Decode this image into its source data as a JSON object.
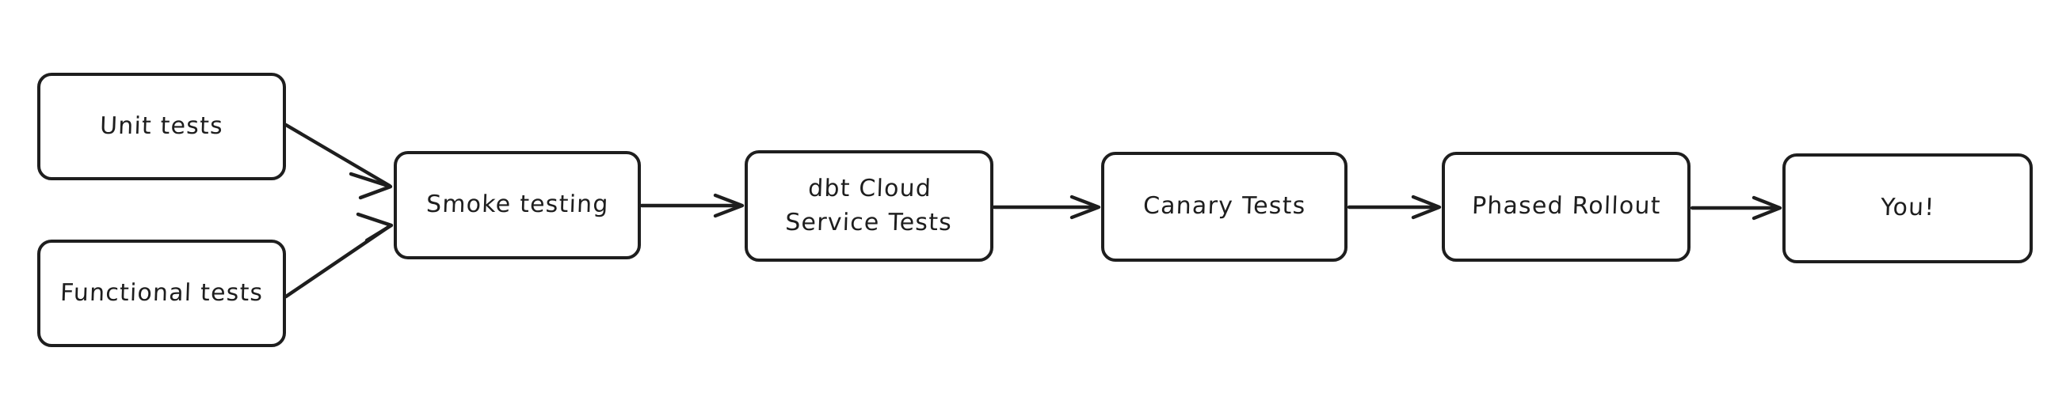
{
  "diagram": {
    "title": "Testing and release pipeline flowchart",
    "style": "hand-drawn whiteboard",
    "background_color": "#ffffff",
    "stroke_color": "#1e1e1e",
    "text_color": "#1e1e1e",
    "nodes": [
      {
        "id": "unit-tests",
        "label": "Unit tests"
      },
      {
        "id": "functional-tests",
        "label": "Functional tests"
      },
      {
        "id": "smoke-testing",
        "label": "Smoke testing"
      },
      {
        "id": "dbt-cloud",
        "label": "dbt Cloud\nService Tests"
      },
      {
        "id": "canary-tests",
        "label": "Canary Tests"
      },
      {
        "id": "phased-rollout",
        "label": "Phased Rollout"
      },
      {
        "id": "you",
        "label": "You!"
      }
    ],
    "edges": [
      {
        "from": "unit-tests",
        "to": "smoke-testing",
        "label": "",
        "arrow": "single"
      },
      {
        "from": "functional-tests",
        "to": "smoke-testing",
        "label": "",
        "arrow": "single"
      },
      {
        "from": "smoke-testing",
        "to": "dbt-cloud",
        "label": "",
        "arrow": "single"
      },
      {
        "from": "dbt-cloud",
        "to": "canary-tests",
        "label": "",
        "arrow": "single"
      },
      {
        "from": "canary-tests",
        "to": "phased-rollout",
        "label": "",
        "arrow": "single"
      },
      {
        "from": "phased-rollout",
        "to": "you",
        "label": "",
        "arrow": "single"
      }
    ]
  }
}
